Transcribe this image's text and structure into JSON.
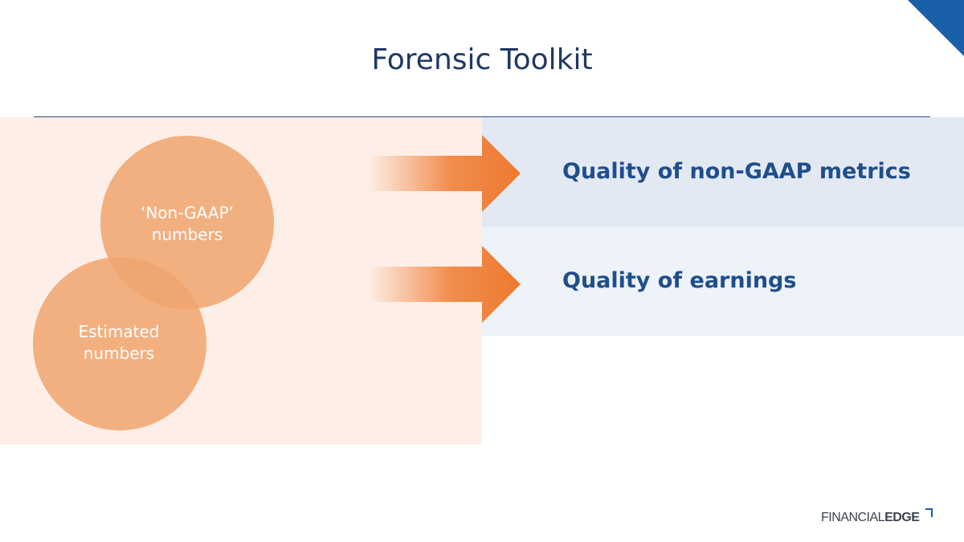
{
  "slide": {
    "title": "Forensic Toolkit"
  },
  "venn": {
    "top_circle": {
      "line1": "‘Non-GAAP’",
      "line2": "numbers"
    },
    "bottom_circle": {
      "line1": "Estimated",
      "line2": "numbers"
    }
  },
  "outcomes": [
    {
      "label": "Quality of non-GAAP metrics"
    },
    {
      "label": "Quality of earnings"
    }
  ],
  "logo": {
    "light": "FINANCIAL",
    "bold": "EDGE"
  },
  "colors": {
    "title": "#1f3864",
    "accent_orange": "#ef7a30",
    "circle_fill": "#f0a46f",
    "label_blue": "#1f4e8c",
    "corner_blue": "#1b5fa8"
  }
}
